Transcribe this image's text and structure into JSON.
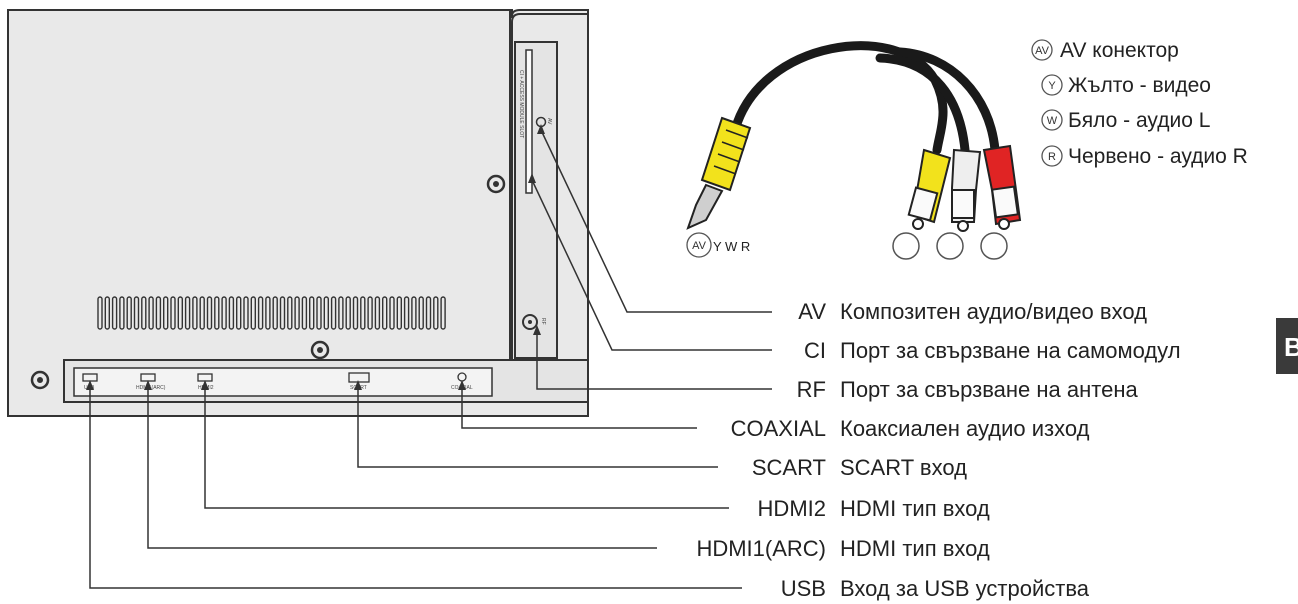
{
  "legend": [
    {
      "code": "AV",
      "text": "AV конектор"
    },
    {
      "code": "Y",
      "text": "Жълто - видео"
    },
    {
      "code": "W",
      "text": "Бяло - аудио L"
    },
    {
      "code": "R",
      "text": "Червено - аудио R"
    }
  ],
  "plug_label": {
    "code": "AV",
    "rest": "Y W R"
  },
  "ports": [
    {
      "code": "AV",
      "desc": "Композитен аудио/видео вход"
    },
    {
      "code": "CI",
      "desc": "Порт за свързване на самомодул"
    },
    {
      "code": "RF",
      "desc": "Порт за свързване на антена"
    },
    {
      "code": "COAXIAL",
      "desc": "Коаксиален аудио изход"
    },
    {
      "code": "SCART",
      "desc": "SCART вход"
    },
    {
      "code": "HDMI2",
      "desc": "HDMI тип вход"
    },
    {
      "code": "HDMI1(ARC)",
      "desc": "HDMI тип вход"
    },
    {
      "code": "USB",
      "desc": "Вход за USB устройства"
    }
  ],
  "panel_port_labels": [
    "USB",
    "HDMI1(ARC)",
    "HDMI2",
    "SCART",
    "COAXIAL"
  ],
  "colors": {
    "yellow": "#f2e21c",
    "red": "#e02424",
    "white": "#eeeeee",
    "panel": "#e9e9e9",
    "cable": "#1a1a1a"
  },
  "page_tab": "B"
}
